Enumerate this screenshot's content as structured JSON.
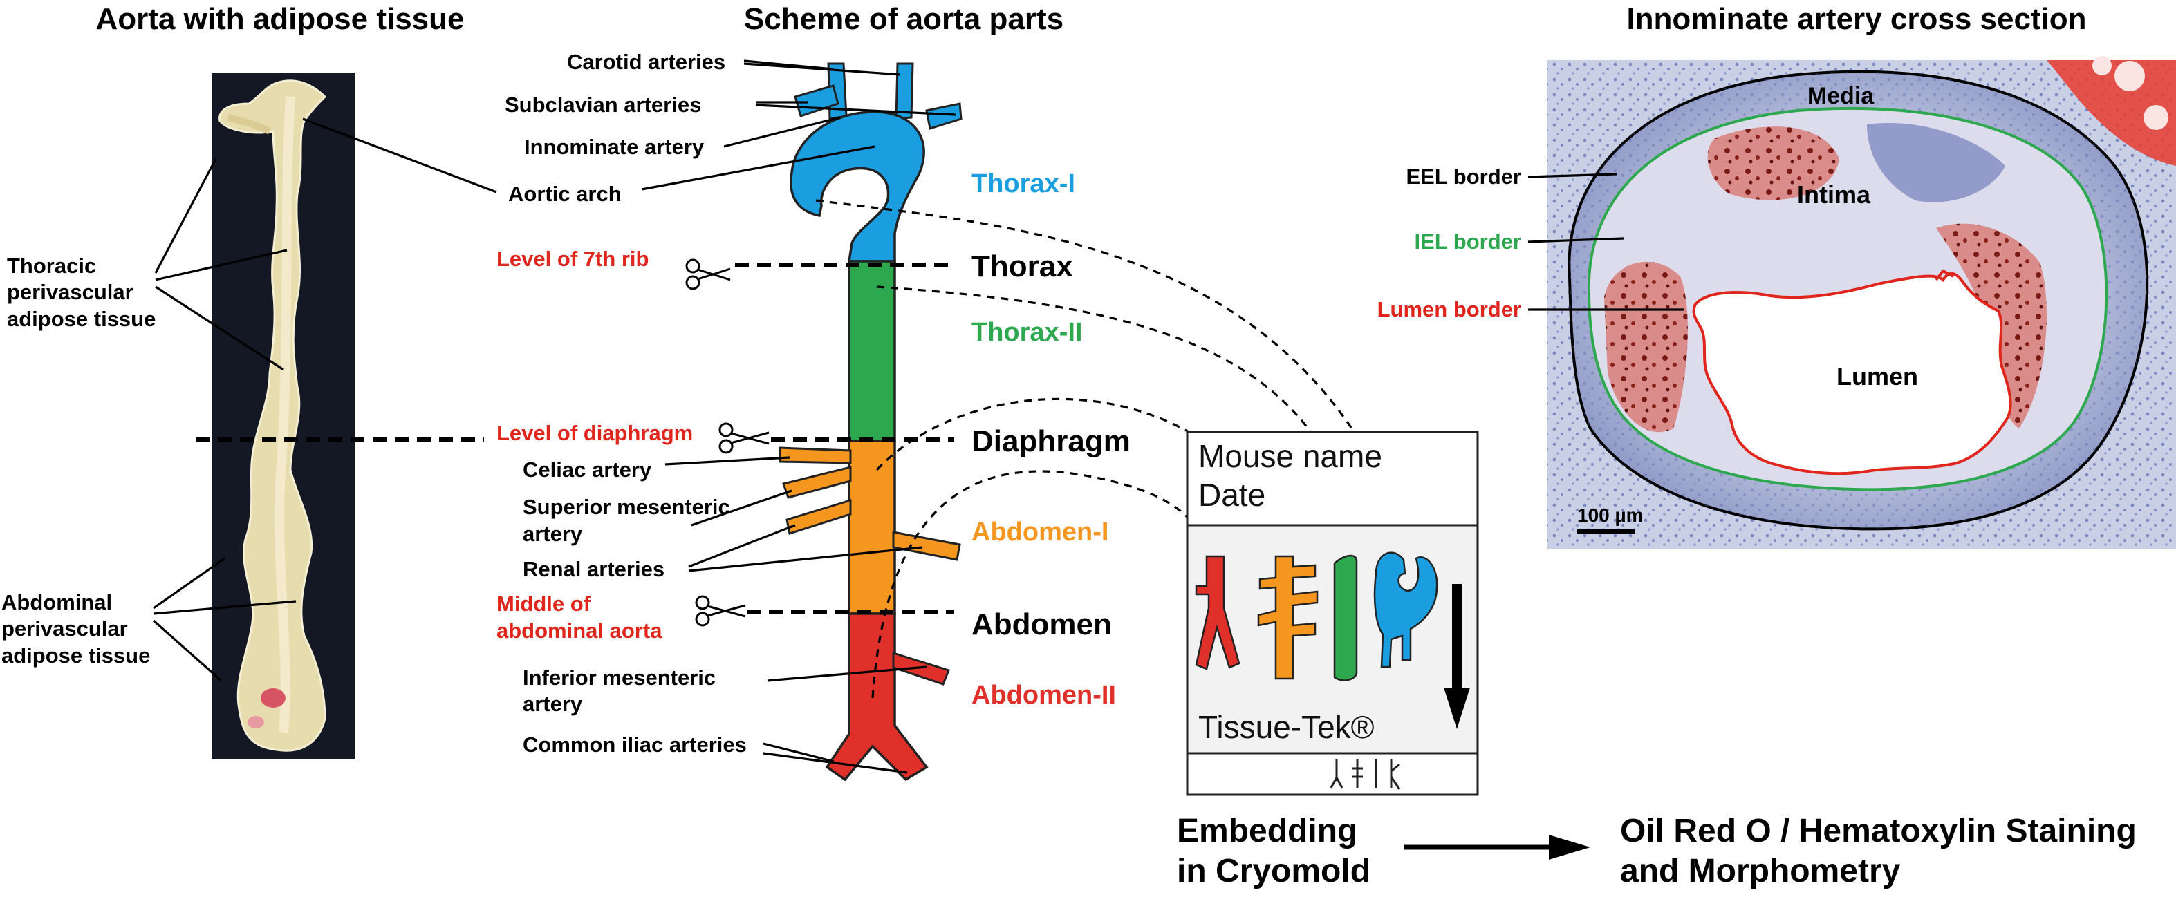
{
  "titles": {
    "left": "Aorta with adipose tissue",
    "middle": "Scheme of aorta parts",
    "right": "Innominate artery cross section"
  },
  "photo_labels": {
    "thoracic": [
      "Thoracic",
      "perivascular",
      "adipose tissue"
    ],
    "abdominal": [
      "Abdominal",
      "perivascular",
      "adipose tissue"
    ]
  },
  "scheme_labels": {
    "carotid": "Carotid arteries",
    "subclavian": "Subclavian arteries",
    "innominate": "Innominate artery",
    "aortic_arch": "Aortic arch",
    "celiac": "Celiac artery",
    "superior_mesenteric": [
      "Superior mesenteric",
      "artery"
    ],
    "renal": "Renal arteries",
    "inferior_mesenteric": [
      "Inferior mesenteric",
      "artery"
    ],
    "common_iliac": "Common iliac arteries"
  },
  "cut_levels": {
    "rib": "Level of 7th rib",
    "diaphragm": "Level of diaphragm",
    "middle": [
      "Middle of",
      "abdominal aorta"
    ]
  },
  "sections": {
    "thorax": "Thorax",
    "thorax_1": "Thorax-I",
    "thorax_2": "Thorax-II",
    "diaphragm": "Diaphragm",
    "abdomen": "Abdomen",
    "abdomen_1": "Abdomen-I",
    "abdomen_2": "Abdomen-II"
  },
  "cryomold": {
    "line1": "Mouse name",
    "line2": "Date",
    "medium": "Tissue-Tek®"
  },
  "steps": {
    "embedding": [
      "Embedding",
      "in Cryomold"
    ],
    "staining": [
      "Oil Red O / Hematoxylin Staining",
      "and Morphometry"
    ]
  },
  "cross_section": {
    "media": "Media",
    "intima": "Intima",
    "lumen": "Lumen",
    "eel": "EEL border",
    "iel": "IEL border",
    "lumen_border": "Lumen border",
    "scale": "100 µm"
  },
  "colors": {
    "thorax_1": "#1a9ee0",
    "thorax_2": "#2ea84f",
    "abdomen_1": "#f5961e",
    "abdomen_2": "#e0302a",
    "cut_label": "#e0251c",
    "iel": "#2ea84f",
    "lumen_border": "#e0251c"
  },
  "icons": [
    "scissors-icon",
    "arrow-right-icon",
    "arrow-down-icon"
  ]
}
